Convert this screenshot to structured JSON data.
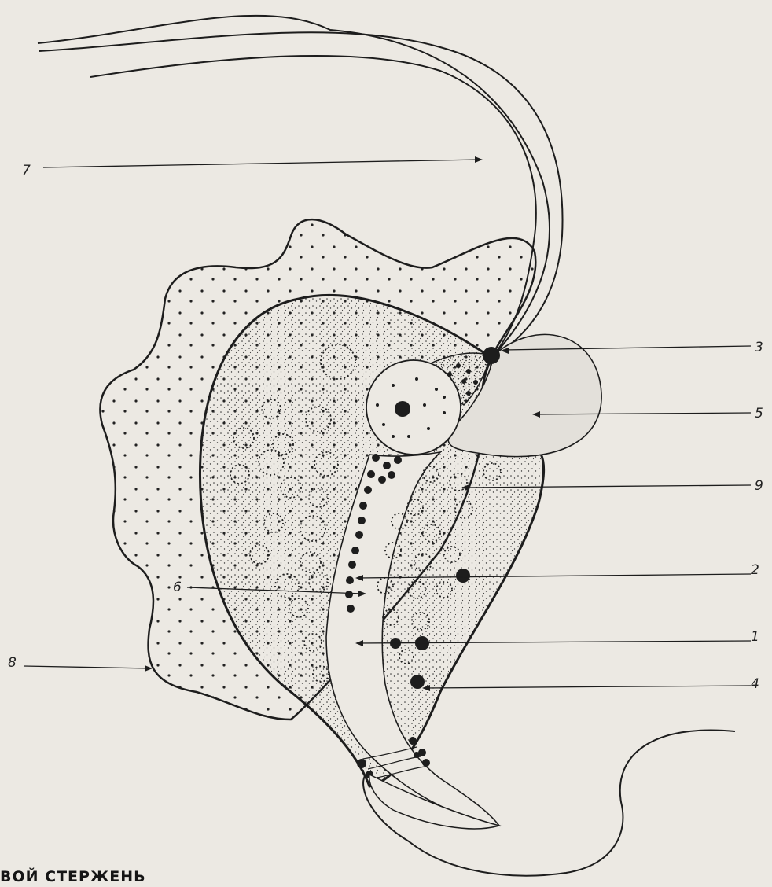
{
  "diagram": {
    "labels": {
      "l1": "1",
      "l2": "2",
      "l3": "3",
      "l4": "4",
      "l5": "5",
      "l6": "6",
      "l7": "7",
      "l8": "8",
      "l9": "9"
    },
    "caption": "ВОЙ СТЕРЖЕНЬ"
  },
  "colors": {
    "paper": "#ece9e3",
    "ink": "#1d1d1d"
  }
}
